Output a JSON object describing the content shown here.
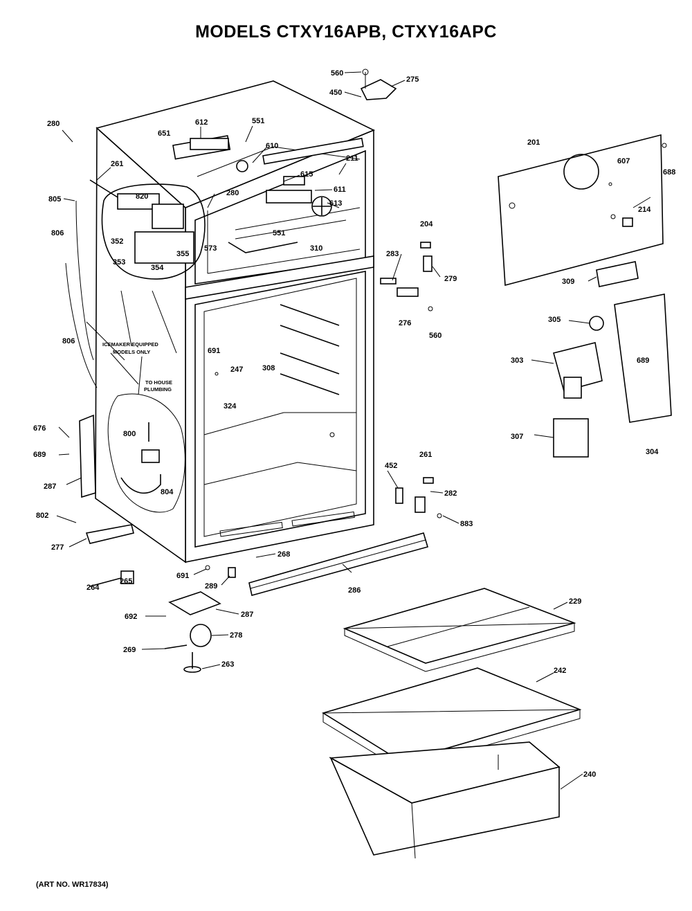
{
  "title": "MODELS CTXY16APB, CTXY16APC",
  "art_number": "(ART NO. WR17834)",
  "notes": {
    "icemaker": [
      "ICEMAKER EQUIPPED",
      "MODELS ONLY"
    ],
    "plumbing": [
      "TO HOUSE",
      "PLUMBING"
    ]
  },
  "callouts": [
    "560",
    "275",
    "450",
    "280",
    "612",
    "551",
    "651",
    "610",
    "211",
    "261",
    "820",
    "615",
    "280",
    "611",
    "805",
    "613",
    "551",
    "355",
    "352",
    "806",
    "353",
    "354",
    "573",
    "310",
    "806",
    "204",
    "283",
    "279",
    "276",
    "560",
    "691",
    "247",
    "308",
    "324",
    "201",
    "607",
    "688",
    "214",
    "309",
    "305",
    "303",
    "689",
    "304",
    "307",
    "676",
    "689",
    "287",
    "800",
    "804",
    "802",
    "277",
    "264",
    "265",
    "452",
    "261",
    "282",
    "883",
    "268",
    "691",
    "289",
    "286",
    "287",
    "692",
    "278",
    "269",
    "263",
    "229",
    "242",
    "240"
  ]
}
